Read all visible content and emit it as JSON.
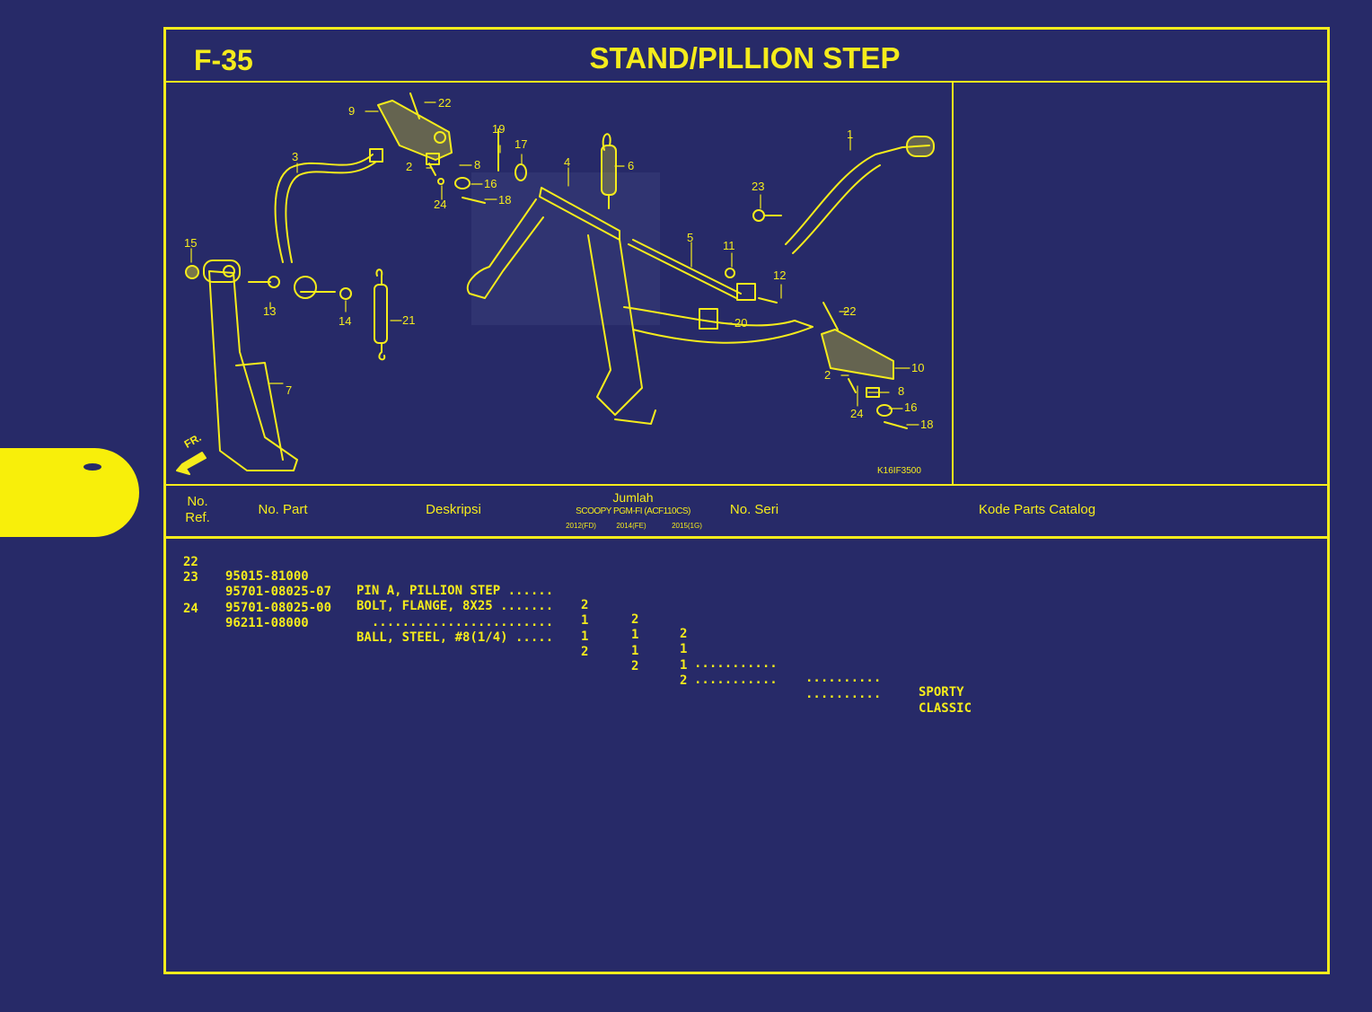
{
  "side_tab": {
    "color": "#f8ef0a"
  },
  "header": {
    "section_code": "F-35",
    "title": "STAND/PILLION STEP"
  },
  "diagram": {
    "drawing_code": "K16IF3500",
    "front_indicator": "FR.",
    "callouts": [
      "1",
      "2",
      "2",
      "3",
      "4",
      "5",
      "6",
      "7",
      "8",
      "8",
      "9",
      "10",
      "11",
      "12",
      "13",
      "14",
      "15",
      "16",
      "16",
      "17",
      "18",
      "18",
      "19",
      "20",
      "21",
      "22",
      "22",
      "23",
      "24",
      "24"
    ]
  },
  "table": {
    "headers": {
      "ref_line1": "No.",
      "ref_line2": "Ref.",
      "part_no": "No. Part",
      "description": "Deskripsi",
      "qty": "Jumlah",
      "model": "SCOOPY PGM-FI (ACF110CS)",
      "years": [
        "2012(FD)",
        "2014(FE)",
        "2015(1G)"
      ],
      "serial": "No. Seri",
      "catalog": "Kode Parts Catalog"
    },
    "rows": [
      {
        "ref": "22",
        "part": "95015-81000",
        "desc": "PIN A, PILLION STEP ......",
        "q1": "2",
        "q2": "2",
        "q3": "2",
        "serial_a": "",
        "serial_b": "",
        "catalog": ""
      },
      {
        "ref": "23",
        "part": "95701-08025-07",
        "desc": "BOLT, FLANGE, 8X25 .......",
        "q1": "1",
        "q2": "1",
        "q3": "1",
        "serial_a": "...........",
        "serial_b": "..........",
        "catalog": "SPORTY"
      },
      {
        "ref": "",
        "part": "95701-08025-00",
        "desc": "  ........................",
        "q1": "1",
        "q2": "1",
        "q3": "1",
        "serial_a": "...........",
        "serial_b": "..........",
        "catalog": "CLASSIC"
      },
      {
        "ref": "24",
        "part": "96211-08000",
        "desc": "BALL, STEEL, #8(1/4) .....",
        "q1": "2",
        "q2": "2",
        "q3": "2",
        "serial_a": "",
        "serial_b": "",
        "catalog": ""
      }
    ]
  }
}
